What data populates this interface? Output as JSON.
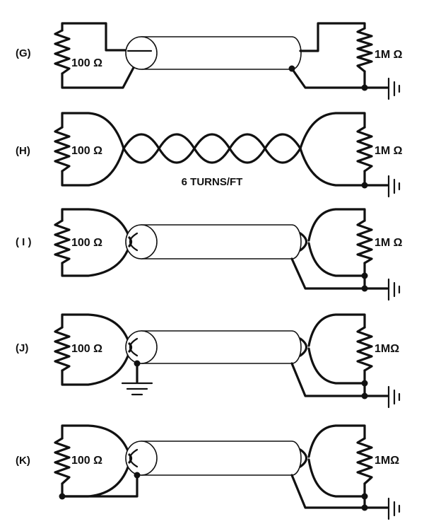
{
  "panels": [
    {
      "id": "g",
      "label": "(G)",
      "r_left": "100 Ω",
      "r_right": "1M Ω"
    },
    {
      "id": "h",
      "label": "(H)",
      "r_left": "100 Ω",
      "r_right": "1M Ω",
      "note": "6 TURNS/FT"
    },
    {
      "id": "i",
      "label": "( I )",
      "r_left": "100 Ω",
      "r_right": "1M Ω"
    },
    {
      "id": "j",
      "label": "(J)",
      "r_left": "100 Ω",
      "r_right": "1MΩ"
    },
    {
      "id": "k",
      "label": "(K)",
      "r_left": "100 Ω",
      "r_right": "1MΩ"
    }
  ]
}
